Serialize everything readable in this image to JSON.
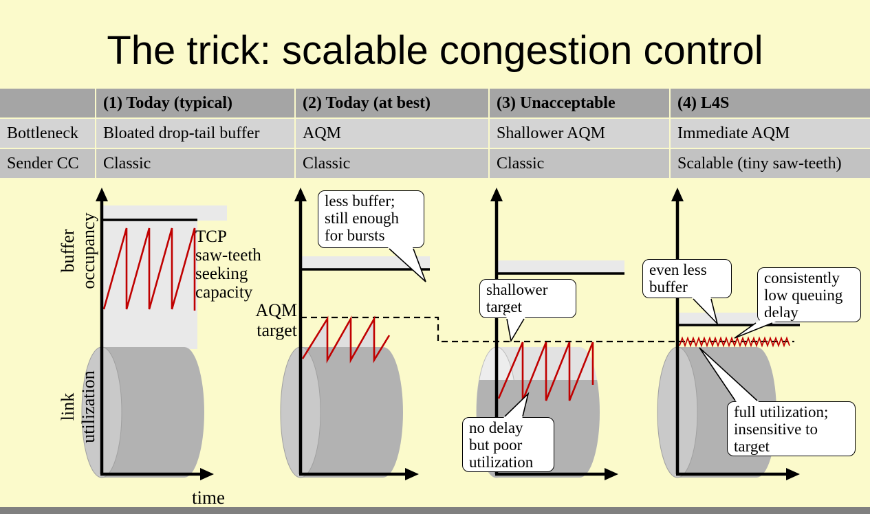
{
  "title": "The trick: scalable congestion control",
  "table": {
    "header": [
      "",
      "(1) Today (typical)",
      "(2) Today (at best)",
      "(3) Unacceptable",
      "(4) L4S"
    ],
    "rows": [
      {
        "label": "Bottleneck",
        "cells": [
          "Bloated drop-tail buffer",
          "AQM",
          "Shallower AQM",
          "Immediate AQM"
        ]
      },
      {
        "label": "Sender CC",
        "cells": [
          "Classic",
          "Classic",
          "Classic",
          "Scalable (tiny saw-teeth)"
        ]
      }
    ]
  },
  "axis_labels": {
    "buffer_occupancy": "buffer\noccupancy",
    "link_utilization": "link\nutilization",
    "time": "time",
    "aqm_target": "AQM\ntarget"
  },
  "annotations": {
    "tcp_sawteeth": "TCP\nsaw-teeth\nseeking\ncapacity"
  },
  "callouts": {
    "less_buffer": "less buffer;\nstill enough\nfor bursts",
    "shallower_target": "shallower\ntarget",
    "no_delay": "no delay\nbut poor\nutilization",
    "even_less_buffer": "even less\nbuffer",
    "consistently_low": "consistently\nlow queuing\ndelay",
    "full_utilization": "full utilization;\ninsensitive to\ntarget"
  },
  "colors": {
    "background": "#FBFACB",
    "sawtooth_red": "#C00000",
    "table_header_bg": "#A5A5A5",
    "table_row1_bg": "#D4D4D4",
    "table_row2_bg": "#C2C2C2",
    "cylinder_body": "#B2B2B2",
    "buffer_shade": "#E9E9E9",
    "footer_bar": "#808080"
  }
}
